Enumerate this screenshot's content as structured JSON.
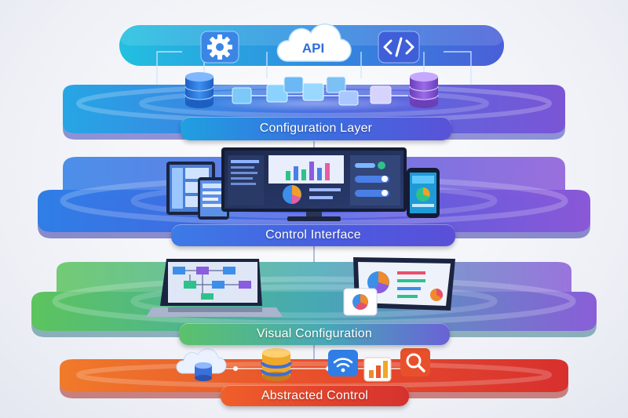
{
  "layers": [
    {
      "label": "Configuration Layer",
      "color_start": "#1fa0e0",
      "color_end": "#5a52d8"
    },
    {
      "label": "Control Interface",
      "color_start": "#3c7be6",
      "color_end": "#5b4fd8"
    },
    {
      "label": "Visual Configuration",
      "color_start": "#5bc26a",
      "color_end": "#6a62d6"
    },
    {
      "label": "Abstracted Control",
      "color_start": "#f0602a",
      "color_end": "#d4322e"
    }
  ],
  "top_bar": {
    "api_label": "API",
    "icons": [
      "gear-icon",
      "cloud-icon",
      "code-icon"
    ]
  },
  "bottom_icons": [
    "cloud-database-icon",
    "database-icon",
    "wifi-icon",
    "bar-chart-icon",
    "search-icon"
  ]
}
